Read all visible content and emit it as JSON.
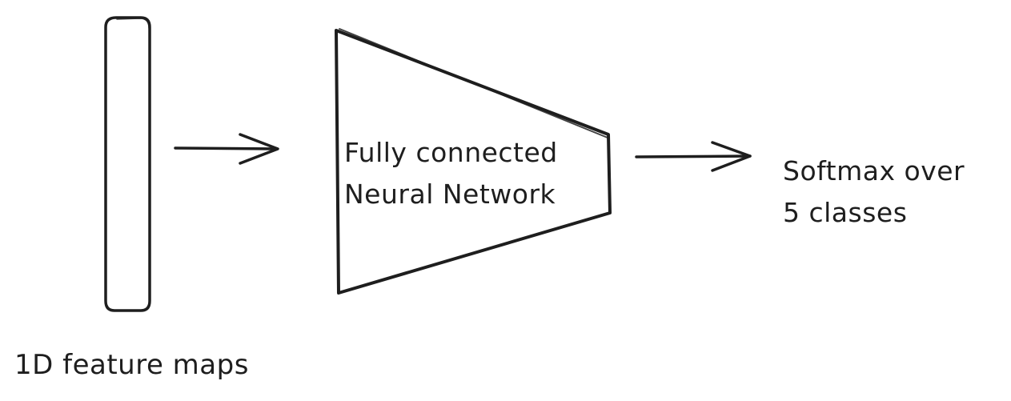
{
  "diagram": {
    "nodes": {
      "feature_vector": {
        "label": "1D feature maps",
        "shape": "tall-rounded-rectangle"
      },
      "fc_network": {
        "label_lines": [
          "Fully connected",
          "Neural Network"
        ],
        "shape": "trapezoid"
      },
      "softmax_output": {
        "label_lines": [
          "Softmax over",
          "5 classes"
        ],
        "shape": "text"
      }
    },
    "edges": [
      {
        "from": "feature_vector",
        "to": "fc_network",
        "style": "arrow"
      },
      {
        "from": "fc_network",
        "to": "softmax_output",
        "style": "arrow"
      }
    ],
    "stroke_color": "#1e1e1e",
    "background_color": "#ffffff"
  }
}
